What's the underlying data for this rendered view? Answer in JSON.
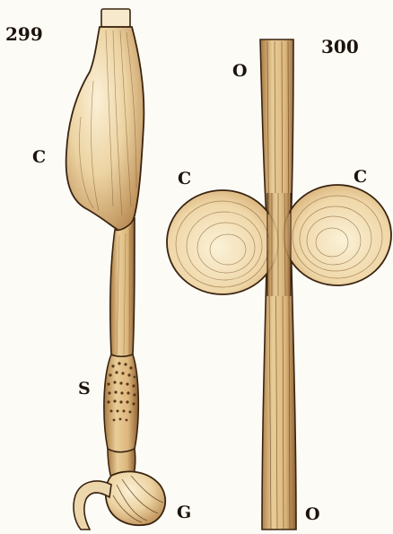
{
  "figures": [
    {
      "number": "299",
      "labels": {
        "crop": "C",
        "stomach": "S",
        "gizzard": "G"
      }
    },
    {
      "number": "300",
      "labels": {
        "oesophagus_top": "O",
        "crop_left": "C",
        "crop_right": "C",
        "oesophagus_bottom": "O"
      }
    }
  ],
  "colors": {
    "paper": "#fdfbf6",
    "tissue_light": "#f3dfb7",
    "tissue_mid": "#d9b27a",
    "tissue_dark": "#9a6a3c",
    "ink": "#3a2410"
  }
}
